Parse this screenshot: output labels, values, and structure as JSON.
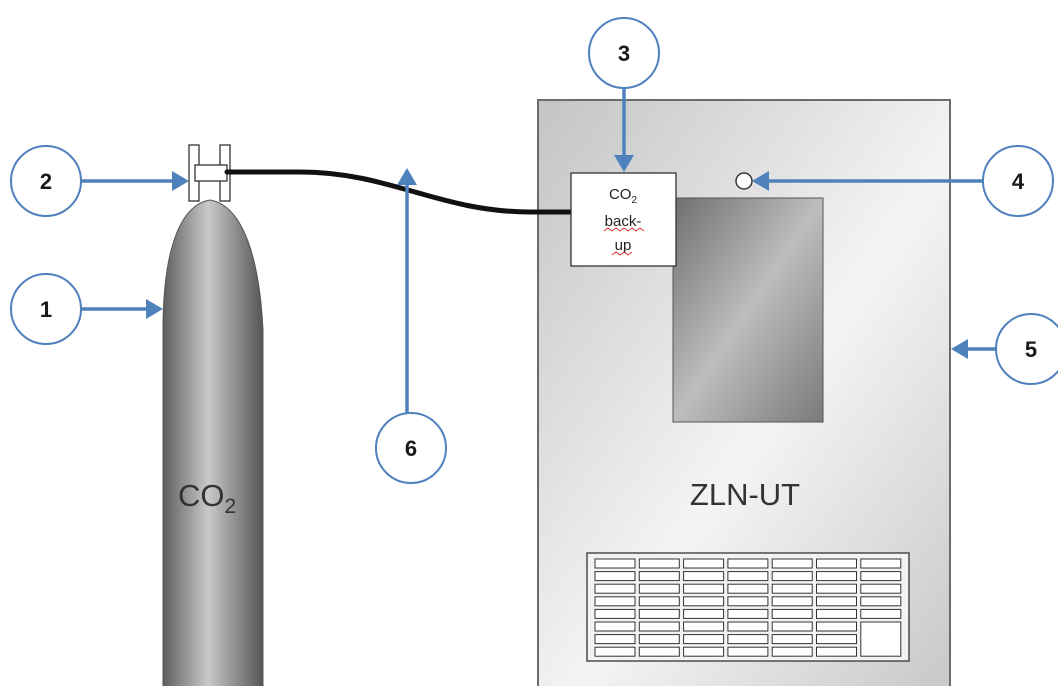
{
  "cylinder": {
    "gas_label": "CO",
    "gas_subscript": "2"
  },
  "device": {
    "name": "ZLN-UT"
  },
  "backup_box": {
    "line1_main": "CO",
    "line1_sub": "2",
    "line2": "back-",
    "line3": "up"
  },
  "callouts": [
    {
      "id": "1",
      "number": "1"
    },
    {
      "id": "2",
      "number": "2"
    },
    {
      "id": "3",
      "number": "3"
    },
    {
      "id": "4",
      "number": "4"
    },
    {
      "id": "5",
      "number": "5"
    },
    {
      "id": "6",
      "number": "6"
    }
  ],
  "colors": {
    "arrow": "#4f81bd",
    "cylinder_gray": "#8c8c8c",
    "device_gray": "#d9d9d9",
    "hose": "#111111"
  }
}
